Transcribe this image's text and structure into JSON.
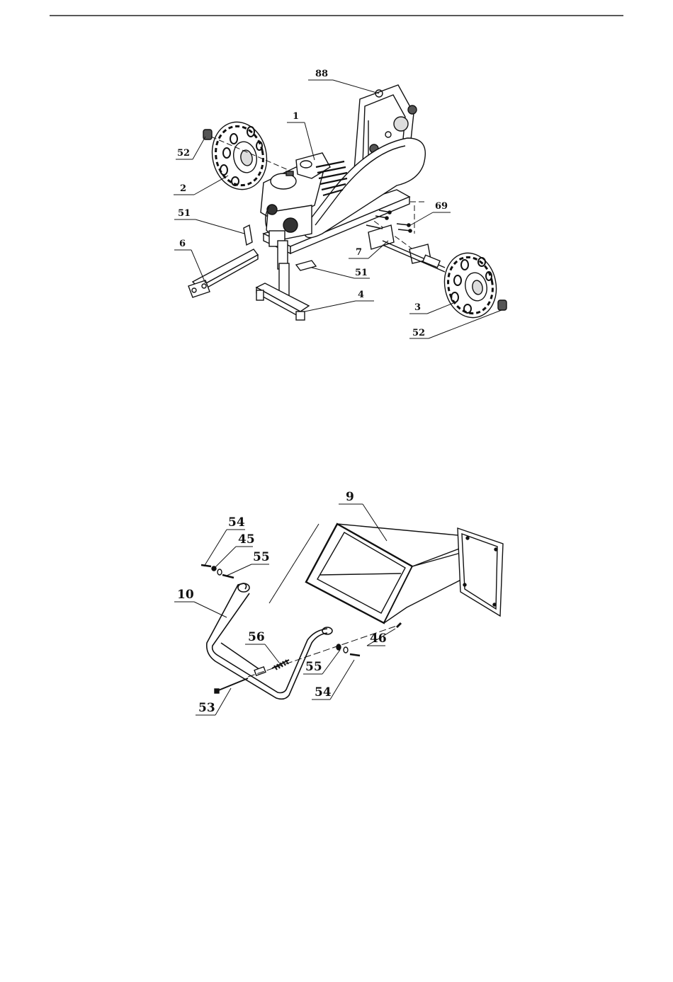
{
  "diagram_top": {
    "callouts": [
      {
        "id": "c88",
        "label": "88"
      },
      {
        "id": "c1",
        "label": "1"
      },
      {
        "id": "c52a",
        "label": "52"
      },
      {
        "id": "c2",
        "label": "2"
      },
      {
        "id": "c51a",
        "label": "51"
      },
      {
        "id": "c6",
        "label": "6"
      },
      {
        "id": "c69",
        "label": "69"
      },
      {
        "id": "c7",
        "label": "7"
      },
      {
        "id": "c51b",
        "label": "51"
      },
      {
        "id": "c4",
        "label": "4"
      },
      {
        "id": "c3",
        "label": "3"
      },
      {
        "id": "c52b",
        "label": "52"
      }
    ]
  },
  "diagram_bottom": {
    "callouts": [
      {
        "id": "c9",
        "label": "9"
      },
      {
        "id": "c54a",
        "label": "54"
      },
      {
        "id": "c45",
        "label": "45"
      },
      {
        "id": "c55a",
        "label": "55"
      },
      {
        "id": "c10",
        "label": "10"
      },
      {
        "id": "c56",
        "label": "56"
      },
      {
        "id": "c46",
        "label": "46"
      },
      {
        "id": "c55b",
        "label": "55"
      },
      {
        "id": "c54b",
        "label": "54"
      },
      {
        "id": "c53",
        "label": "53"
      }
    ]
  }
}
